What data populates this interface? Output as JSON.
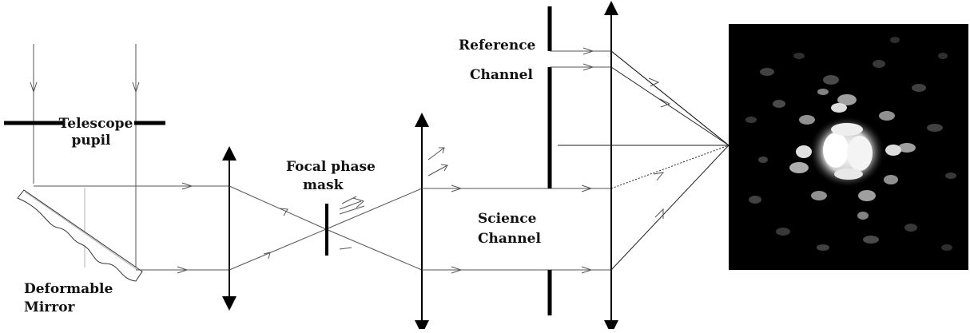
{
  "labels": {
    "telescope_pupil_line1": "Telescope",
    "telescope_pupil_line2": "pupil",
    "deformable_mirror_line1": "Deformable",
    "deformable_mirror_line2": "Mirror",
    "focal_phase_mask_line1": "Focal phase",
    "focal_phase_mask_line2": "mask",
    "reference_channel_line1": "Reference",
    "reference_channel_line2": "Channel",
    "science_channel_line1": "Science",
    "science_channel_line2": "Channel"
  },
  "colors": {
    "background": "#ffffff",
    "ink": "#000000",
    "image_background": "#000000"
  }
}
